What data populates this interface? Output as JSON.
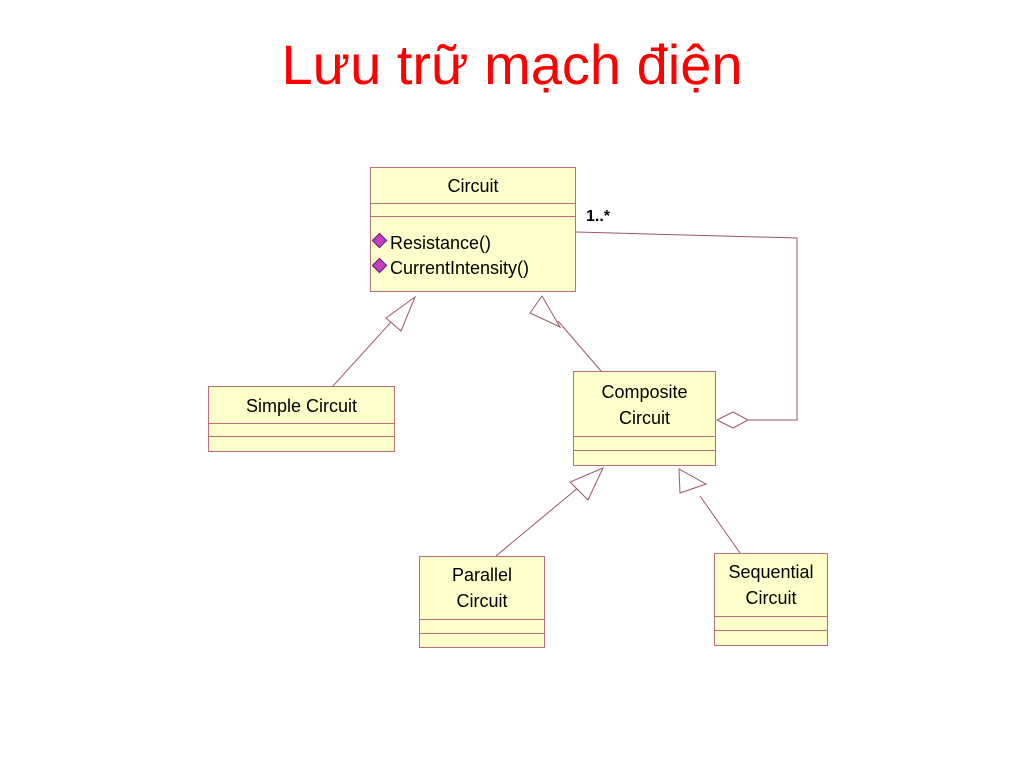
{
  "title": "Lưu trữ mạch điện",
  "diagram": {
    "classes": {
      "circuit": {
        "name": "Circuit",
        "operations": [
          "Resistance()",
          "CurrentIntensity()"
        ]
      },
      "simple": {
        "name": "Simple Circuit"
      },
      "composite": {
        "name_line1": "Composite",
        "name_line2": "Circuit"
      },
      "parallel": {
        "name_line1": "Parallel",
        "name_line2": "Circuit"
      },
      "sequential": {
        "name_line1": "Sequential",
        "name_line2": "Circuit"
      }
    },
    "relations": [
      {
        "type": "generalization",
        "from": "simple",
        "to": "circuit"
      },
      {
        "type": "generalization",
        "from": "composite",
        "to": "circuit"
      },
      {
        "type": "generalization",
        "from": "parallel",
        "to": "composite"
      },
      {
        "type": "generalization",
        "from": "sequential",
        "to": "composite"
      },
      {
        "type": "aggregation",
        "whole": "composite",
        "part": "circuit",
        "multiplicity": "1..*"
      }
    ],
    "colors": {
      "title": "#ff0000",
      "class_fill": "#ffffcc",
      "class_border": "#b7707a",
      "operation_icon": "#c040c0"
    }
  }
}
